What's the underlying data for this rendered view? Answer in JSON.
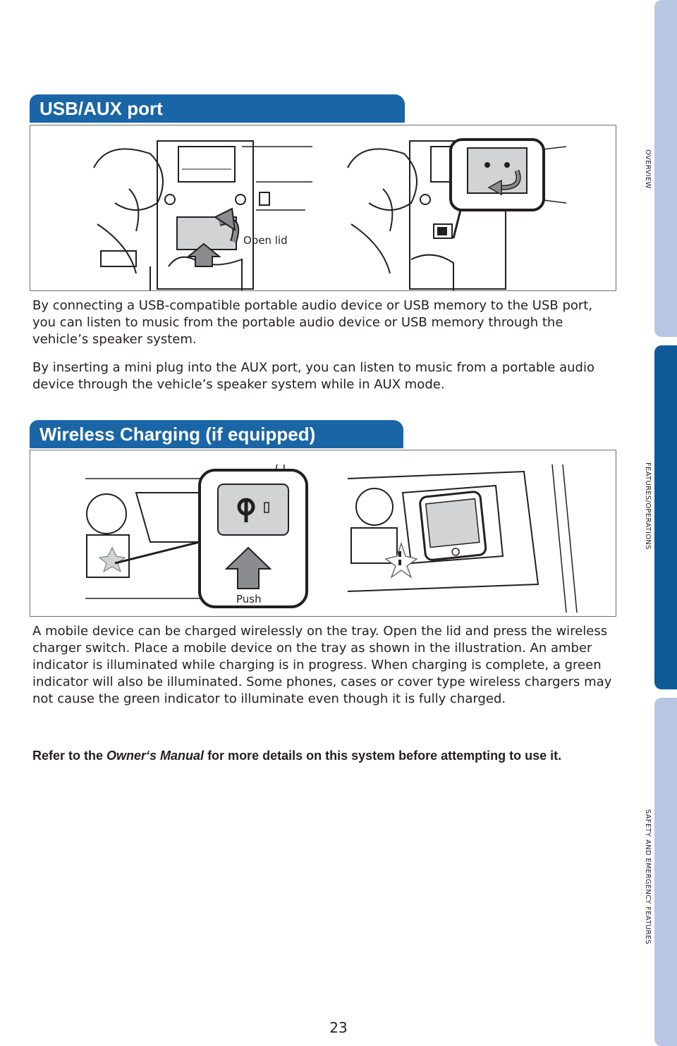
{
  "side_tabs": {
    "overview": "OVERVIEW",
    "features": "FEATURES/OPERATIONS",
    "safety": "SAFETY AND EMERGENCY FEATURES"
  },
  "usb_section": {
    "heading": "USB/AUX port",
    "figure_callout": "Open lid",
    "paragraph1": "By connecting a USB-compatible portable audio device or USB memory to the USB port, you can listen to music from the portable audio device or USB memory through the vehicle’s speaker system.",
    "paragraph2": "By inserting a mini plug into the AUX port, you can listen to music from a portable audio device through the vehicle’s speaker system while in AUX mode."
  },
  "wireless_section": {
    "heading": "Wireless Charging (if equipped)",
    "figure_callout": "Push",
    "paragraph": "A mobile device can be charged wirelessly on the tray. Open the lid and press the wireless charger switch. Place a mobile device on the tray as shown in the illustration. An amber indicator is illuminated while charging is in progress. When charging is complete, a green indicator will also be illuminated. Some phones, cases or cover type wireless chargers may not cause the green indicator to illuminate even though it is fully charged."
  },
  "note": {
    "prefix": "Refer to the ",
    "manual_title": "Owner‘s Manual",
    "suffix": " for more details on this system before attempting to use it."
  },
  "page_number": "23",
  "colors": {
    "header_blue": "#1a65a6",
    "active_tab": "#0d5a96",
    "inactive_tab": "#b8c6e3",
    "arrow_gray": "#8a8c8f"
  }
}
